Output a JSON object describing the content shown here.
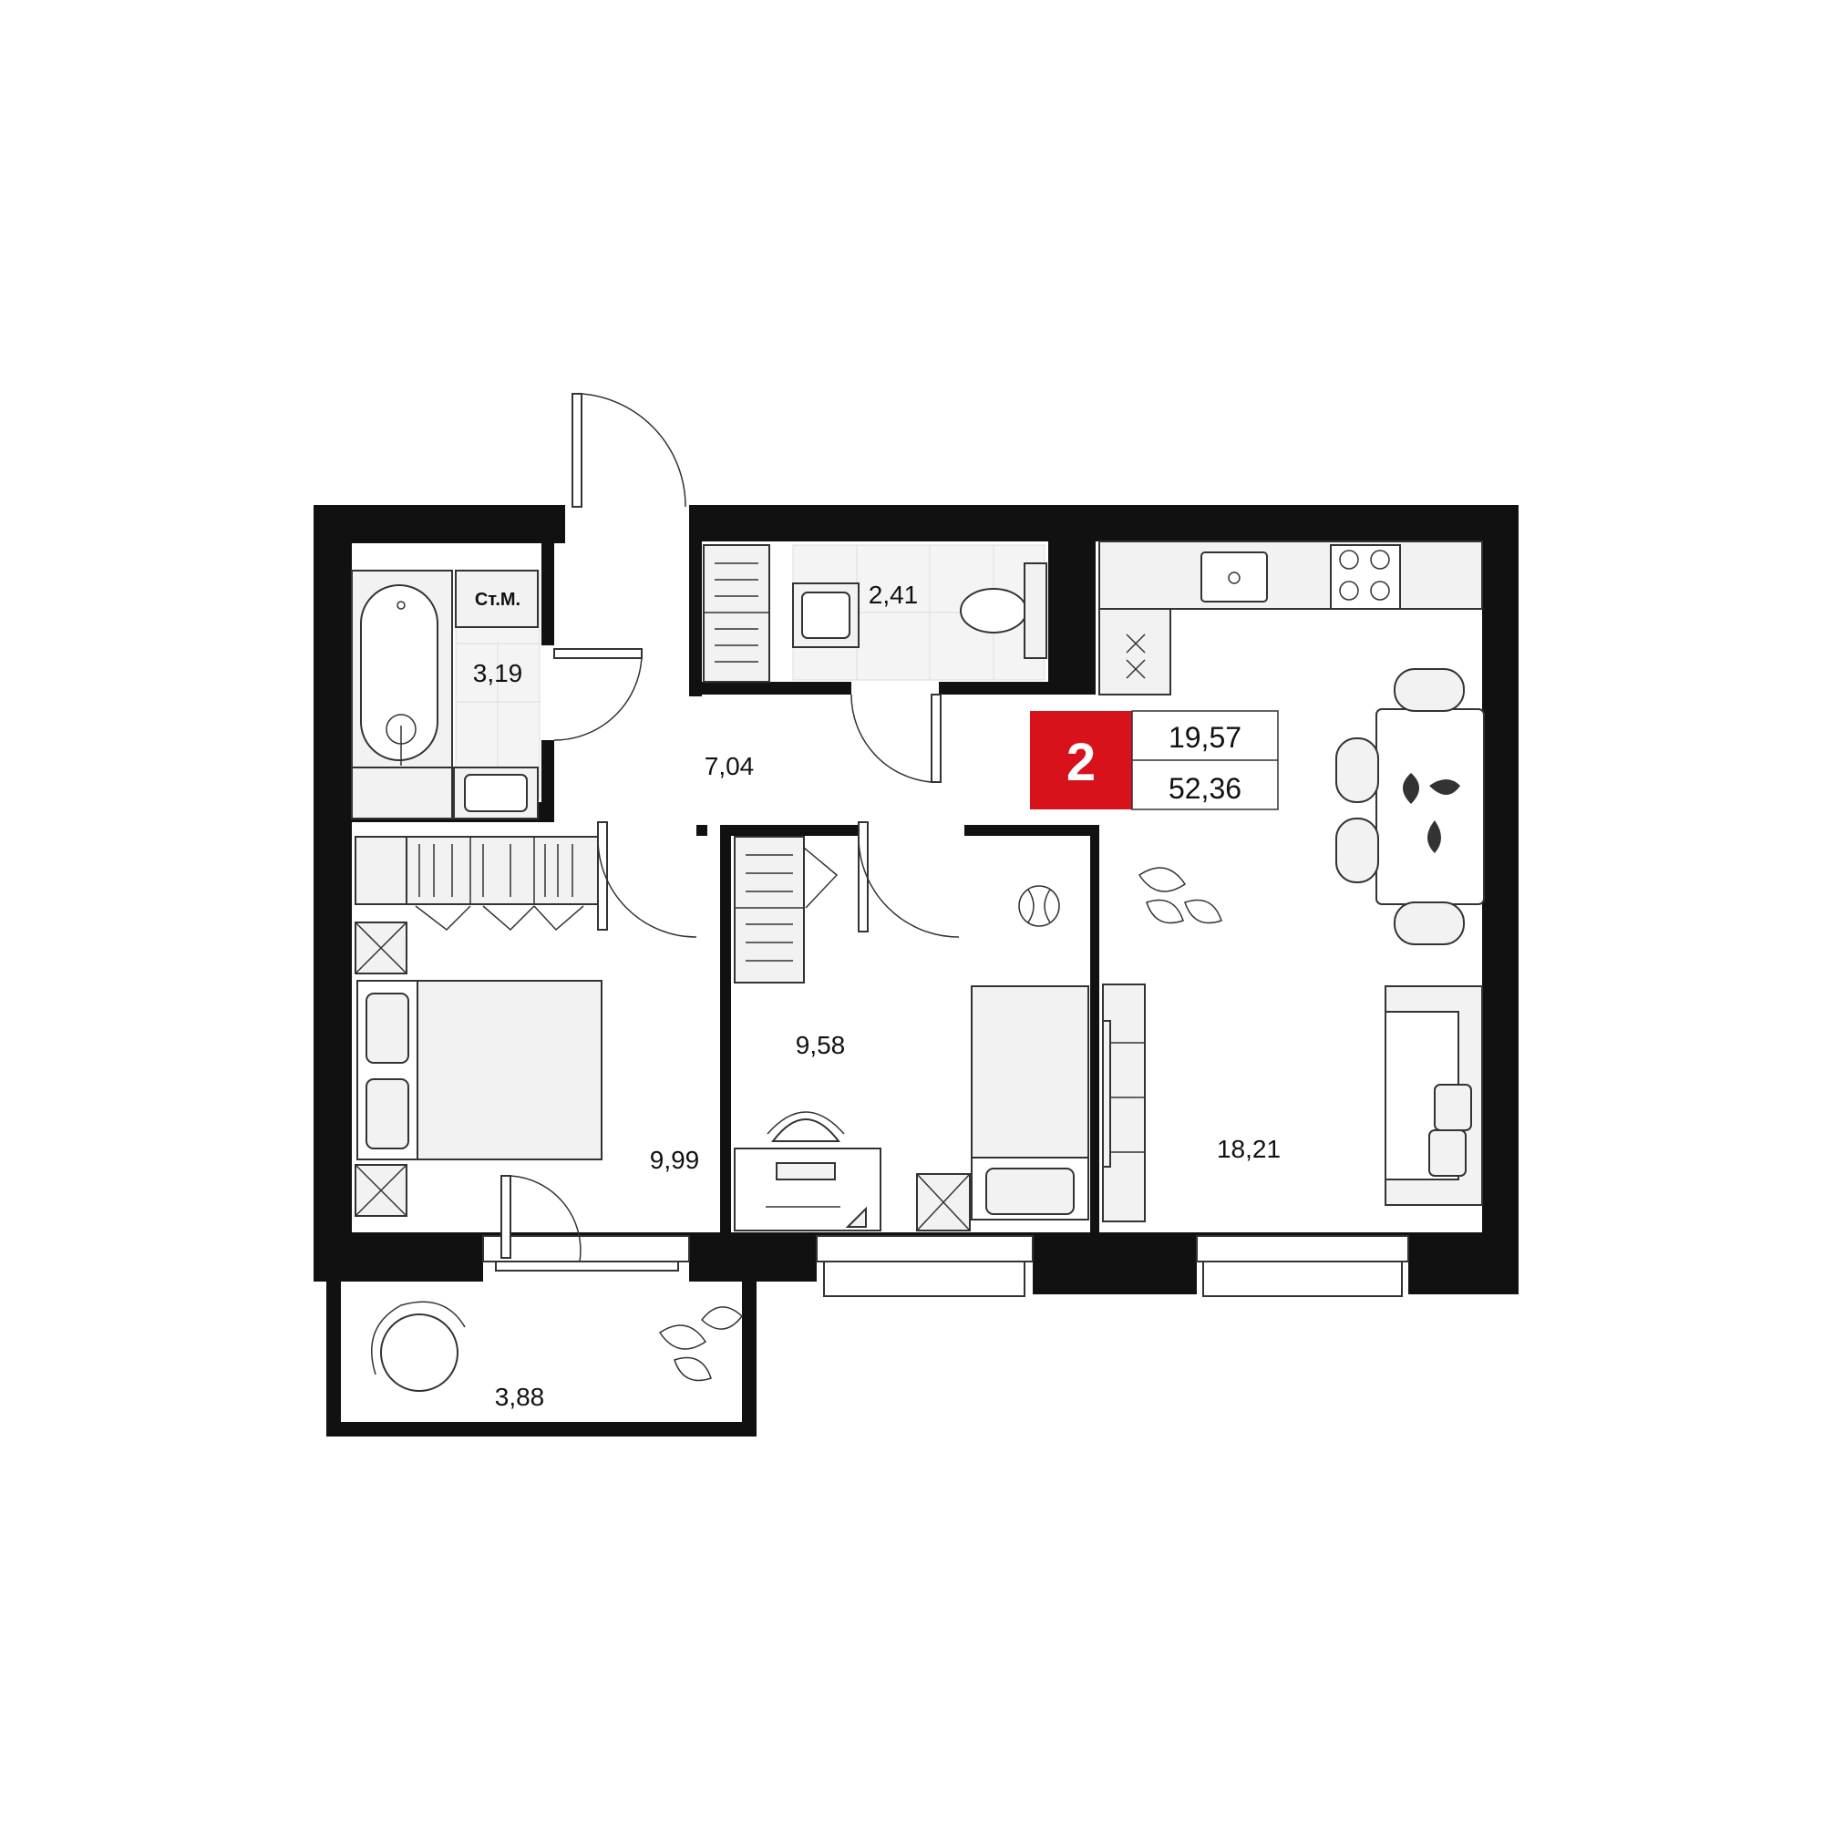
{
  "rooms": {
    "bathroom": {
      "area": "3,19",
      "utility_label": "Ст.М."
    },
    "toilet": {
      "area": "2,41"
    },
    "hallway": {
      "area": "7,04"
    },
    "bedroom": {
      "area": "9,99"
    },
    "kids_room": {
      "area": "9,58"
    },
    "living_kitchen": {
      "area": "18,21"
    },
    "balcony": {
      "area": "3,88"
    }
  },
  "summary": {
    "room_count": "2",
    "living_area": "19,57",
    "total_area": "52,36"
  },
  "colors": {
    "wall": "#111111",
    "badge": "#d8121b",
    "furniture": "#f2f2f2",
    "line": "#333333"
  },
  "icons": [
    "bathtub-icon",
    "toilet-icon",
    "sink-icon",
    "stove-icon",
    "bed-icon",
    "sofa-icon",
    "plant-icon",
    "desk-icon",
    "chair-icon",
    "wardrobe-icon"
  ]
}
